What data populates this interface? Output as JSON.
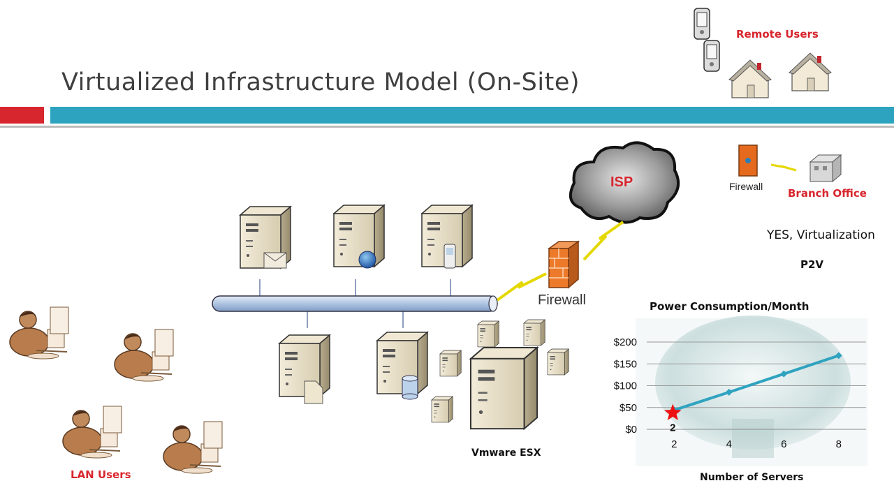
{
  "slide": {
    "title": "Virtualized Infrastructure Model (On-Site)"
  },
  "labels": {
    "remote_users": "Remote Users",
    "branch_office": "Branch Office",
    "firewall_small": "Firewall",
    "firewall_main": "Firewall",
    "isp": "ISP",
    "lan_users": "LAN Users",
    "vmware": "Vmware ESX",
    "yes_virtualization": "YES, Virtualization",
    "p2v": "P2V"
  },
  "colors": {
    "accent_red": "#d8262e",
    "accent_blue": "#2ea3c0",
    "line_series": "#2ea3c0"
  },
  "chart_data": {
    "type": "line",
    "title": "Power Consumption/Month",
    "xlabel": "Number of Servers",
    "ylabel": "",
    "x": [
      2,
      4,
      6,
      8
    ],
    "values": [
      44,
      85,
      127,
      169
    ],
    "y_ticks": [
      "$0",
      "$50",
      "$100",
      "$150",
      "$200"
    ],
    "x_ticks": [
      "2",
      "4",
      "6",
      "8"
    ],
    "ylim": [
      0,
      200
    ],
    "xlim": [
      1,
      9
    ],
    "grid": true,
    "marker_label": "2"
  }
}
